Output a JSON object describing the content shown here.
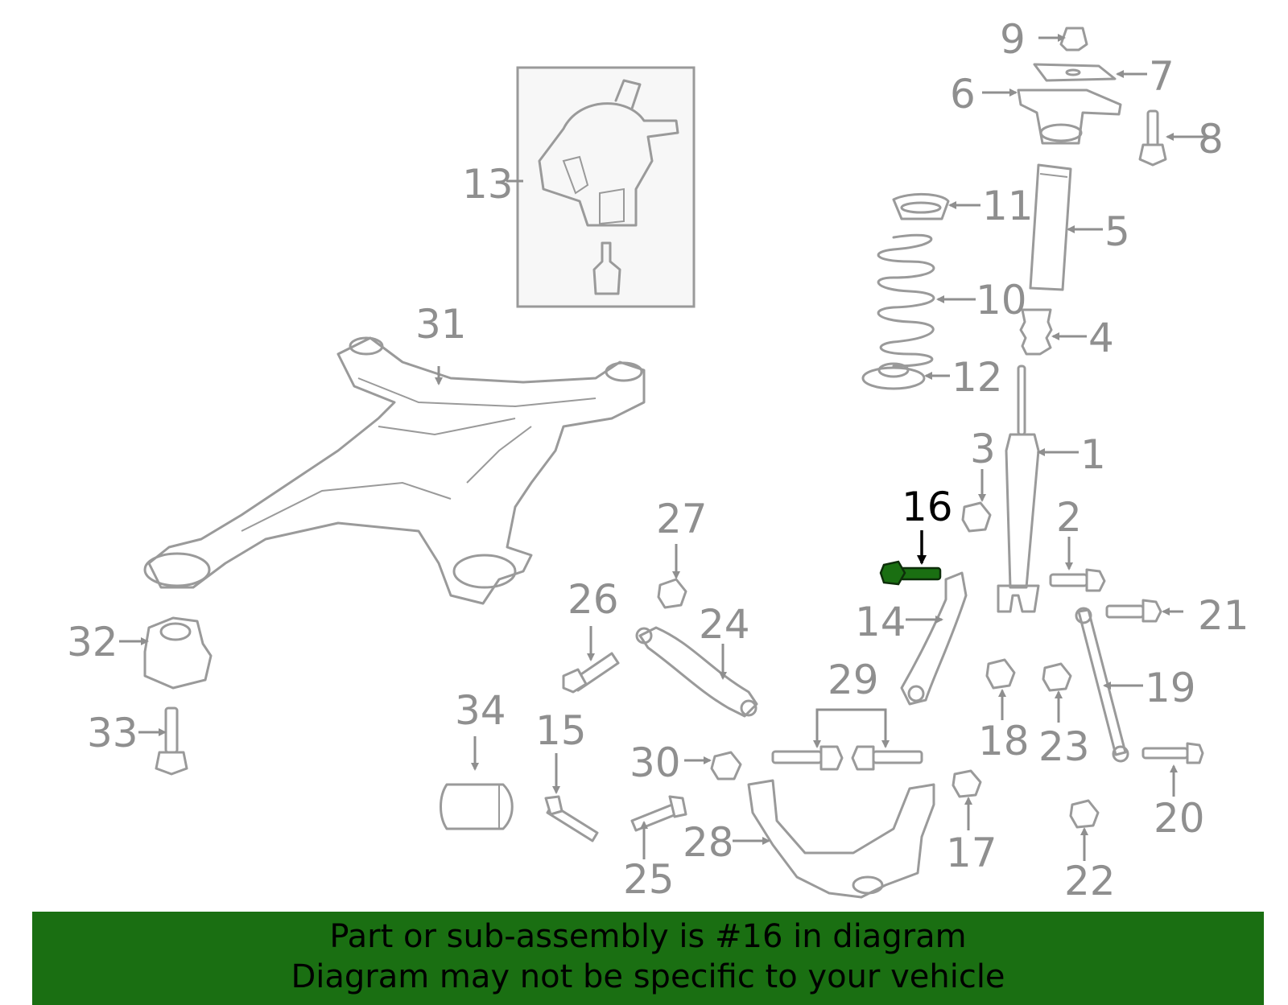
{
  "highlight_color": "#1a6f12",
  "text_color": "#8f8f8f",
  "highlighted_callout": "16",
  "callouts": {
    "c1": "1",
    "c2": "2",
    "c3": "3",
    "c4": "4",
    "c5": "5",
    "c6": "6",
    "c7": "7",
    "c8": "8",
    "c9": "9",
    "c10": "10",
    "c11": "11",
    "c12": "12",
    "c13": "13",
    "c14": "14",
    "c15": "15",
    "c16": "16",
    "c17": "17",
    "c18": "18",
    "c19": "19",
    "c20": "20",
    "c21": "21",
    "c22": "22",
    "c23": "23",
    "c24": "24",
    "c25": "25",
    "c26": "26",
    "c27": "27",
    "c28": "28",
    "c29": "29",
    "c30": "30",
    "c31": "31",
    "c32": "32",
    "c33": "33",
    "c34": "34"
  },
  "banner": {
    "line1": "Part or sub-assembly is #16 in diagram",
    "line2": "Diagram may not be specific to your vehicle"
  }
}
